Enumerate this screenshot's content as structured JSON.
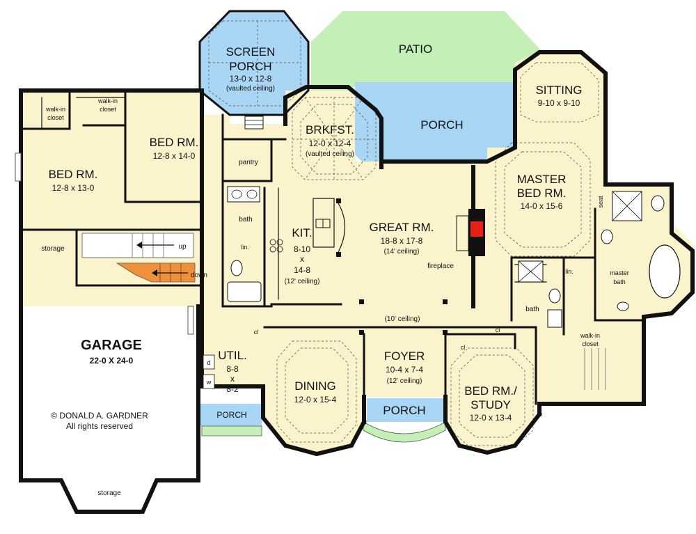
{
  "rooms": {
    "screen_porch": {
      "name": "SCREEN\nPORCH",
      "name_line1": "SCREEN",
      "name_line2": "PORCH",
      "dims": "13-0 x 12-8",
      "note": "(vaulted ceiling)"
    },
    "patio": {
      "name": "PATIO"
    },
    "porch_rear": {
      "name": "PORCH"
    },
    "sitting": {
      "name": "SITTING",
      "dims": "9-10 x 9-10"
    },
    "brkfst": {
      "name": "BRKFST.",
      "dims": "12-0 x 12-4",
      "note": "(vaulted ceiling)"
    },
    "bed_rm_1": {
      "name": "BED RM.",
      "dims": "12-8 x 14-0"
    },
    "bed_rm_2": {
      "name": "BED RM.",
      "dims": "12-8 x 13-0"
    },
    "walk_in_closet_a": {
      "line1": "walk-in",
      "line2": "closet"
    },
    "walk_in_closet_b": {
      "line1": "walk-in",
      "line2": "closet"
    },
    "pantry": {
      "name": "pantry"
    },
    "bath_hall": {
      "name": "bath"
    },
    "lin_hall": {
      "name": "lin."
    },
    "kit": {
      "name": "KIT.",
      "dim1": "8-10",
      "dim2": "x",
      "dim3": "14-8",
      "note": "(12' ceiling)"
    },
    "great_rm": {
      "name": "GREAT RM.",
      "dims": "18-8 x 17-8",
      "note": "(14' ceiling)"
    },
    "fireplace": {
      "name": "fireplace"
    },
    "master_bed": {
      "line1": "MASTER",
      "line2": "BED RM.",
      "dims": "14-0 x 15-6"
    },
    "master_bath": {
      "line1": "master",
      "line2": "bath"
    },
    "master_walk_in": {
      "line1": "walk-in",
      "line2": "closet"
    },
    "seat": {
      "name": "seat"
    },
    "lin_master": {
      "name": "lin."
    },
    "bath_study": {
      "name": "bath"
    },
    "storage_top": {
      "name": "storage"
    },
    "stairs_up": {
      "name": "up"
    },
    "stairs_down": {
      "name": "down"
    },
    "garage": {
      "name": "GARAGE",
      "dims": "22-0 X 24-0"
    },
    "copyright": {
      "line1": "© DONALD A. GARDNER",
      "line2": "All rights reserved"
    },
    "storage_bottom": {
      "name": "storage"
    },
    "util": {
      "name": "UTIL.",
      "dim1": "8-8",
      "dim2": "x",
      "dim3": "8-2",
      "d": "d",
      "w": "w"
    },
    "porch_side": {
      "name": "PORCH"
    },
    "ceiling_10": {
      "name": "(10' ceiling)"
    },
    "cl_a": {
      "name": "cl"
    },
    "cl_b": {
      "name": "cl"
    },
    "cl_c": {
      "name": "cl"
    },
    "dining": {
      "name": "DINING",
      "dims": "12-0 x 15-4"
    },
    "foyer": {
      "name": "FOYER",
      "dims": "10-4 x 7-4",
      "note": "(12' ceiling)"
    },
    "porch_front": {
      "name": "PORCH"
    },
    "bed_study": {
      "line1": "BED RM./",
      "line2": "STUDY",
      "dims": "12-0 x 13-4"
    }
  },
  "colors": {
    "floor": "#fbf3cc",
    "porch_blue": "#a9d6f5",
    "patio_green": "#c4efb7",
    "stair_orange": "#f0903a",
    "fireplace_red": "#e8201a"
  }
}
